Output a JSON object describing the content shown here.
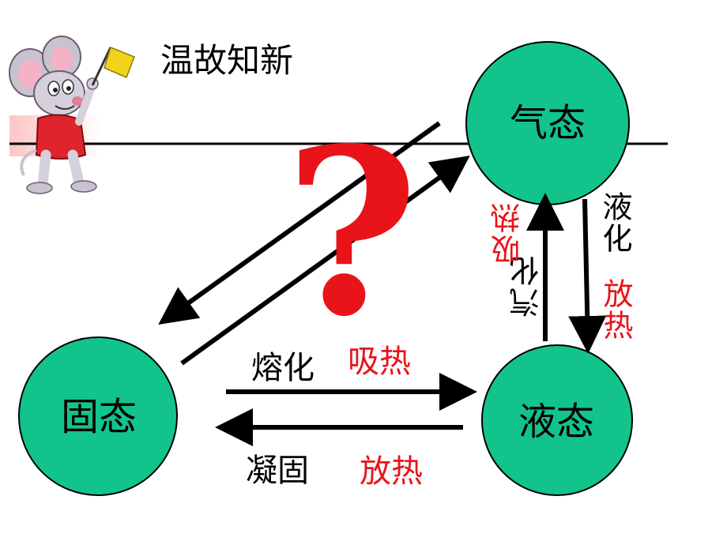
{
  "title": "温故知新",
  "states": {
    "gas": "气态",
    "solid": "固态",
    "liquid": "液态"
  },
  "question_mark": "?",
  "transitions": {
    "melting": {
      "name": "熔化",
      "heat": "吸热"
    },
    "solidification": {
      "name": "凝固",
      "heat": "放热"
    },
    "vaporization": {
      "name": "汽化",
      "heat": "吸热"
    },
    "liquefaction": {
      "name": "液化",
      "heat": "放热"
    }
  },
  "colors": {
    "state_fill": "#12c48c",
    "arrow": "#000000",
    "heat_text": "#e8141a",
    "question_mark": "#e8141a"
  },
  "icons": [
    "mouse-mascot-icon",
    "flag-icon"
  ]
}
